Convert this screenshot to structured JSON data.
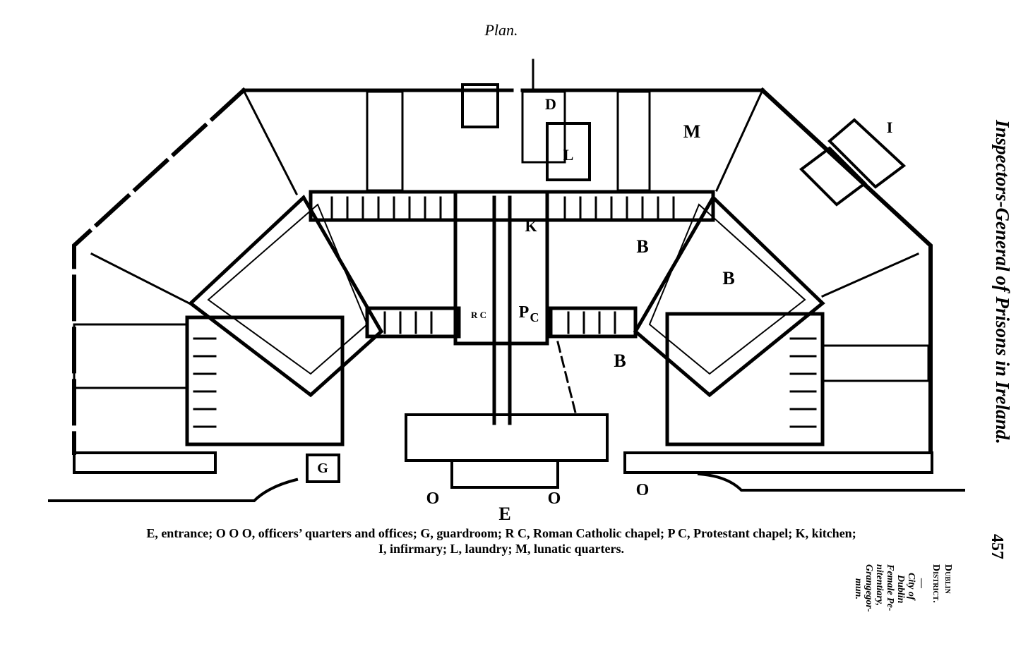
{
  "plan_title": "Plan.",
  "running_header": "Inspectors-General of Prisons in Ireland.",
  "page_number": "457",
  "side_note": {
    "district_line1": "Dublin",
    "district_line2": "District.",
    "divider": "—",
    "place_lines": [
      "City of",
      "Dublin",
      "Female Pe-",
      "nitentiary,",
      "Grangegor-",
      "mun."
    ]
  },
  "caption_line1": "E, entrance; O O O, officers’ quarters and offices; G, guardroom; R C, Roman Catholic chapel; P C, Protestant chapel; K, kitchen;",
  "caption_line2": "I, infirmary; L, laundry; M, lunatic quarters.",
  "plan_labels": {
    "D": "D",
    "L": "L",
    "M": "M",
    "I": "I",
    "K": "K",
    "B_upper": "B",
    "B_right": "B",
    "B_lower": "B",
    "PC_P": "P",
    "PC_C": "C",
    "RC": "R C",
    "G": "G",
    "O_left": "O",
    "O_mid": "O",
    "O_right": "O",
    "E": "E"
  }
}
